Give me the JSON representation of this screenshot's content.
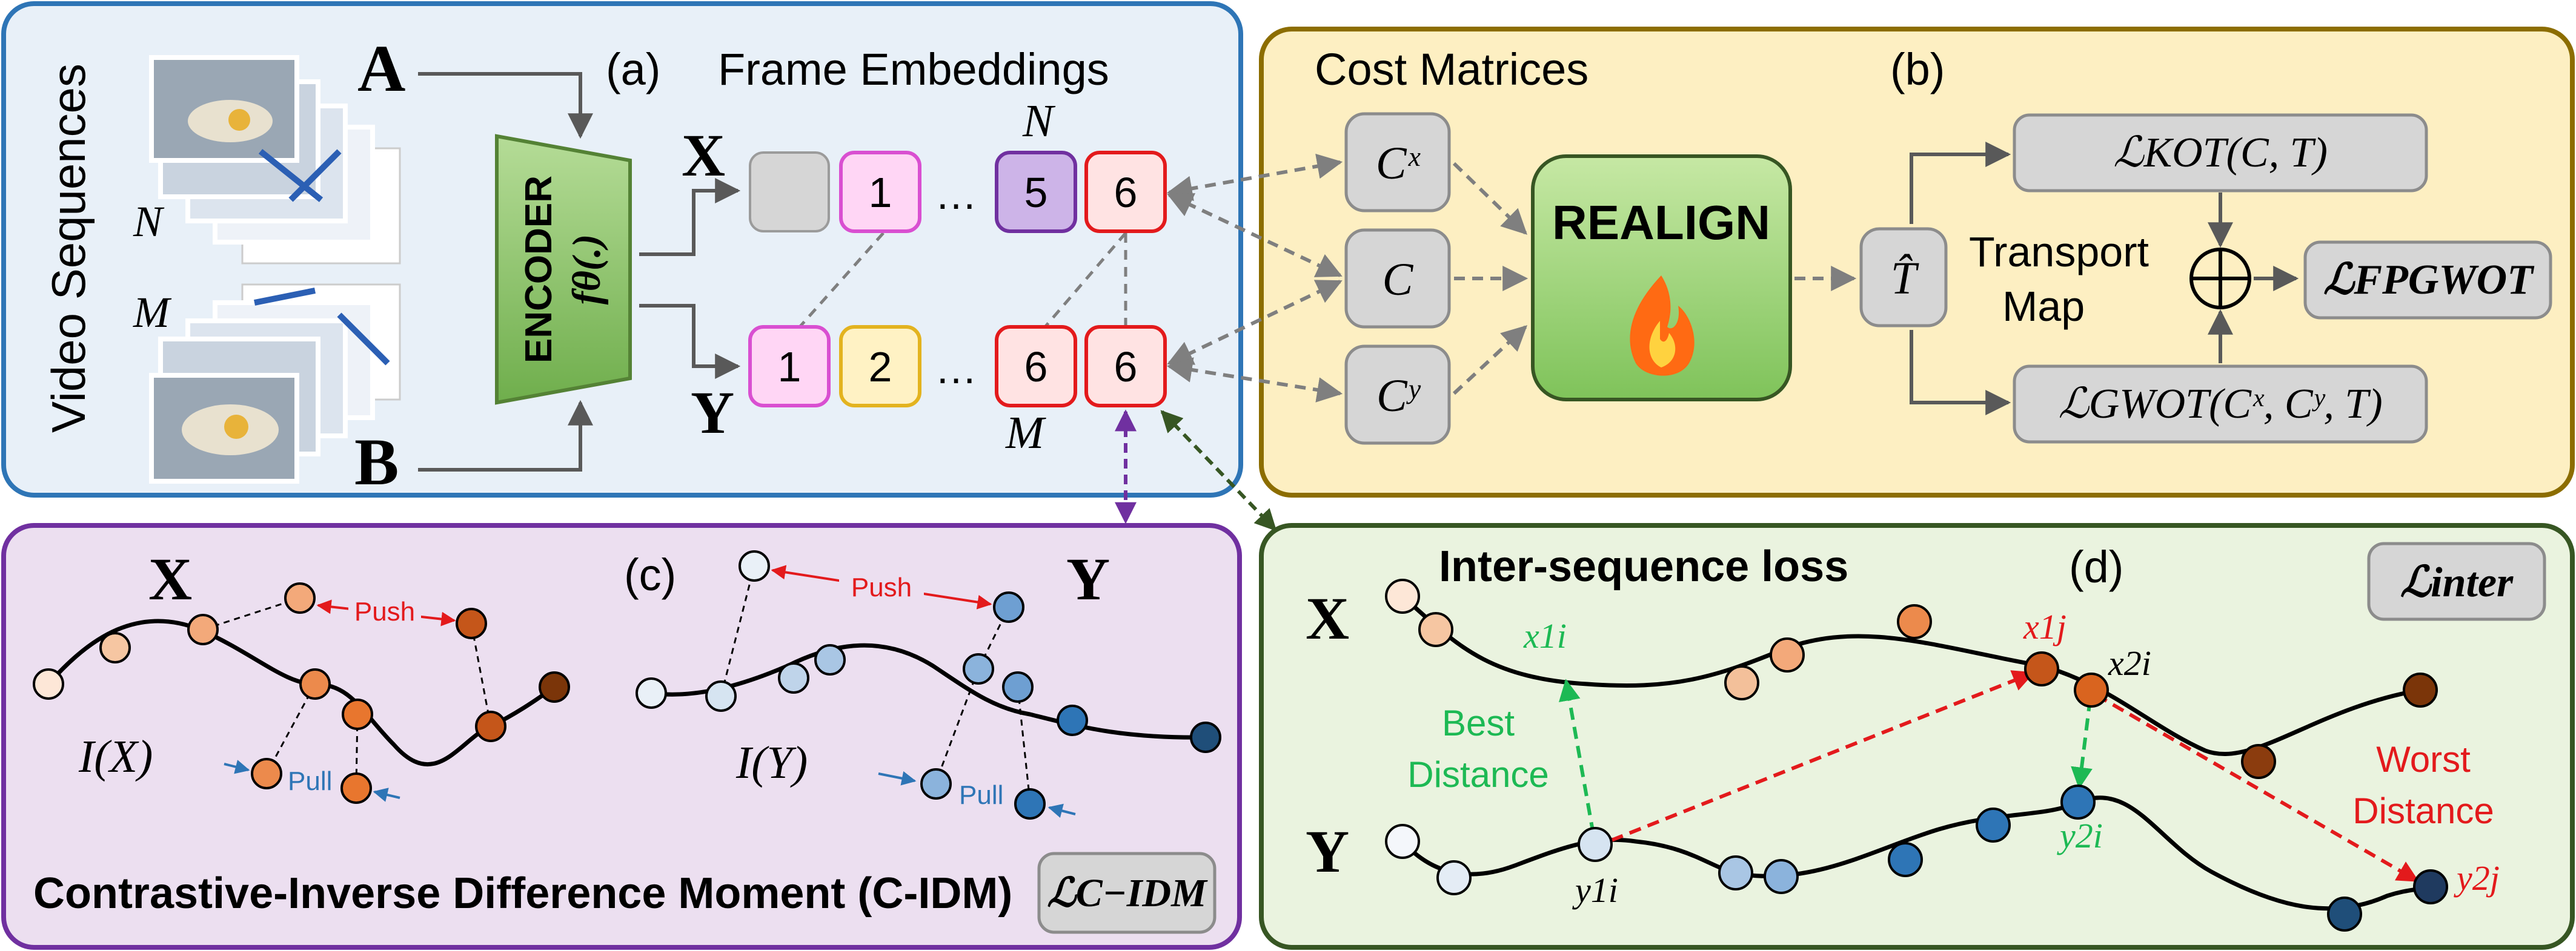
{
  "colors": {
    "panel_a_fill": "#e8f0f8",
    "panel_a_stroke": "#2e75b6",
    "panel_b_fill": "#fdefc2",
    "panel_b_stroke": "#8c6d00",
    "panel_c_fill": "#ecdff0",
    "panel_c_stroke": "#7030a0",
    "panel_d_fill": "#eaf3df",
    "panel_d_stroke": "#375623",
    "encoder_fill": "#8fc96b",
    "realign_fill": "#a8d77f",
    "gray_box": "#d6d6d6",
    "push": "#e31a1c",
    "pull": "#2e75b6",
    "best": "#1db954",
    "worst": "#e31a1c",
    "dashed_gray": "#7f7f7f",
    "purple_arrow": "#7030a0",
    "green_arrow": "#375623"
  },
  "panel_a": {
    "side_label": "Video Sequences",
    "letter": "(a)",
    "title": "Frame Embeddings",
    "video_a": "A",
    "video_b": "B",
    "count_n": "N",
    "count_m": "M",
    "encoder_line1": "ENCODER",
    "encoder_line2": "fθ(.)",
    "seq_x": "X",
    "seq_y": "Y",
    "x_tokens": [
      "",
      "1",
      "5",
      "6"
    ],
    "y_tokens": [
      "1",
      "2",
      "6",
      "6"
    ],
    "ellipsis": "…",
    "n_label": "N",
    "m_label": "M"
  },
  "panel_b": {
    "title": "Cost Matrices",
    "letter": "(b)",
    "costs": [
      "Cˣ",
      "C",
      "Cʸ"
    ],
    "realign": "REALIGN",
    "t_hat": "T̂",
    "transport_line1": "Transport",
    "transport_line2": "Map",
    "kot": "ℒKOT(C, T)",
    "gwot": "ℒGWOT(Cˣ, Cʸ, T)",
    "oplus": "⊕",
    "fpgwot": "ℒFPGWOT"
  },
  "panel_c": {
    "letter": "(c)",
    "x_label": "X",
    "y_label": "Y",
    "push1": "Push",
    "push2": "Push",
    "pull1": "Pull",
    "pull2": "Pull",
    "ix": "I(X)",
    "iy": "I(Y)",
    "footer": "Contrastive-Inverse Difference Moment (C-IDM)",
    "loss": "ℒC−IDM"
  },
  "panel_d": {
    "title": "Inter-sequence loss",
    "letter": "(d)",
    "loss": "ℒinter",
    "x_label": "X",
    "y_label": "Y",
    "x1i": "x1i",
    "x1j": "x1j",
    "x2i": "x2i",
    "y1i": "y1i",
    "y2i": "y2i",
    "y2j": "y2j",
    "best1": "Best",
    "best2": "Distance",
    "worst1": "Worst",
    "worst2": "Distance"
  }
}
